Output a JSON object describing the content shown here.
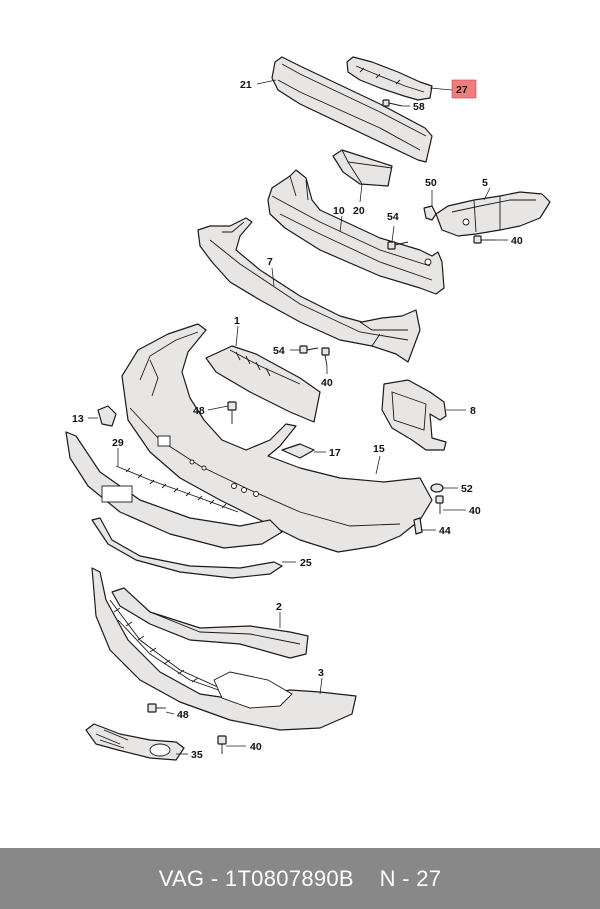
{
  "callouts": {
    "c21": "21",
    "c27": "27",
    "c58": "58",
    "c20": "20",
    "c10": "10",
    "c50": "50",
    "c5": "5",
    "c54a": "54",
    "c40a": "40",
    "c7": "7",
    "c1": "1",
    "c54b": "54",
    "c40b": "40",
    "c48a": "48",
    "c13": "13",
    "c29": "29",
    "c17": "17",
    "c15": "15",
    "c8": "8",
    "c52": "52",
    "c40c": "40",
    "c44": "44",
    "c25": "25",
    "c2": "2",
    "c3": "3",
    "c48b": "48",
    "c40d": "40",
    "c35": "35"
  },
  "highlighted_part": "27",
  "colors": {
    "highlight": "#f07d80",
    "part_fill": "#e8e6e5",
    "footer_bg": "#888888"
  },
  "footer": {
    "brand": "VAG",
    "separator": " - ",
    "part_number": "1T0807890B",
    "gap": "    ",
    "index": "N - 27"
  }
}
